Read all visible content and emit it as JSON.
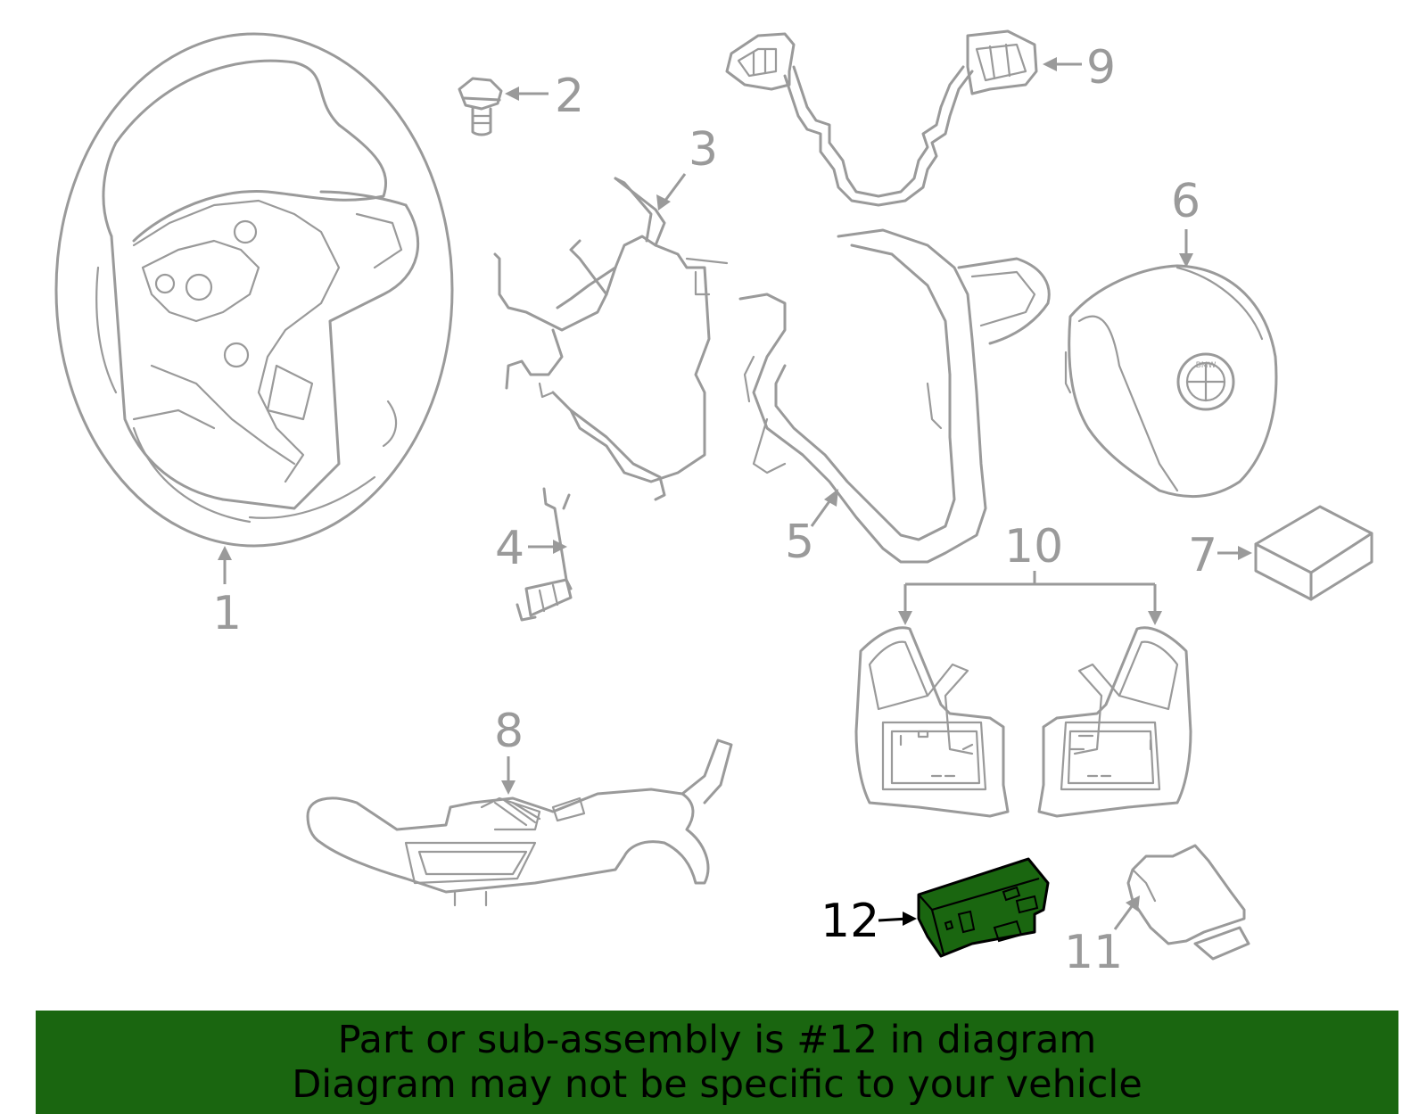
{
  "diagram": {
    "callouts": [
      {
        "id": "1",
        "label": "1"
      },
      {
        "id": "2",
        "label": "2"
      },
      {
        "id": "3",
        "label": "3"
      },
      {
        "id": "4",
        "label": "4"
      },
      {
        "id": "5",
        "label": "5"
      },
      {
        "id": "6",
        "label": "6"
      },
      {
        "id": "7",
        "label": "7"
      },
      {
        "id": "8",
        "label": "8"
      },
      {
        "id": "9",
        "label": "9"
      },
      {
        "id": "10",
        "label": "10"
      },
      {
        "id": "11",
        "label": "11"
      },
      {
        "id": "12",
        "label": "12"
      }
    ],
    "highlighted_part": "12",
    "colors": {
      "line": "#9a9a9a",
      "highlight_fill": "#1a6610",
      "highlight_stroke": "#000000",
      "banner": "#1a6610"
    },
    "logo_text": "BMW"
  },
  "banner": {
    "line1": "Part or sub-assembly is #12 in diagram",
    "line2": "Diagram may not be specific to your vehicle"
  }
}
